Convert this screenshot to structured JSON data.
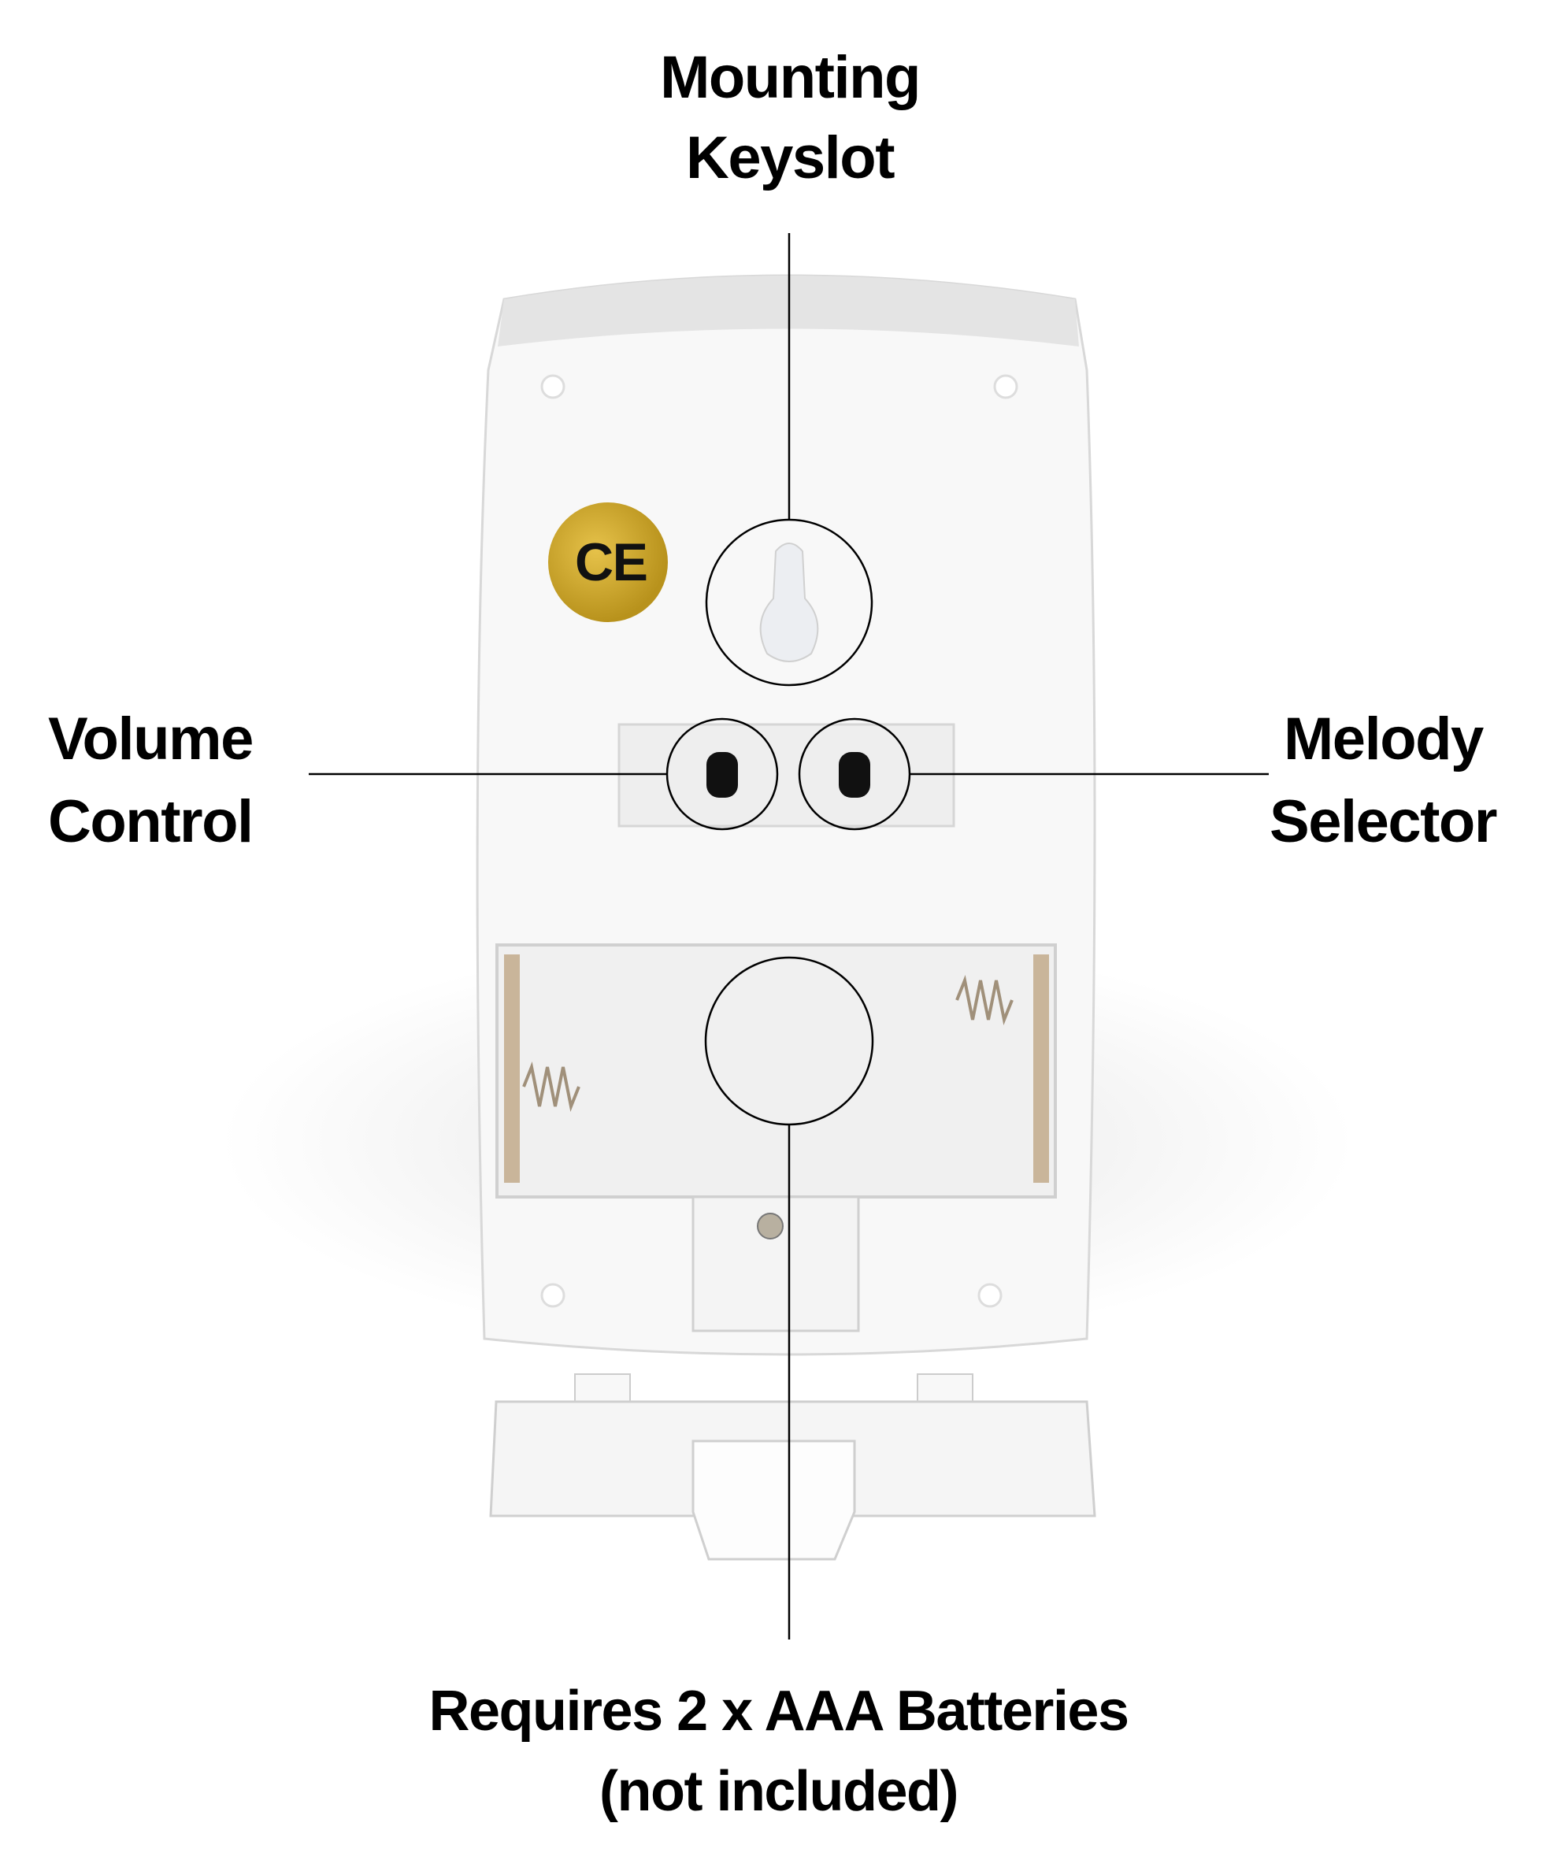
{
  "labels": {
    "mounting_line1": "Mounting",
    "mounting_line2": "Keyslot",
    "volume_line1": "Volume",
    "volume_line2": "Control",
    "melody_line1": "Melody",
    "melody_line2": "Selector",
    "batteries_line1": "Requires 2 x AAA Batteries",
    "batteries_line2": "(not included)"
  },
  "sticker": {
    "mark": "CE"
  },
  "colors": {
    "text": "#000000",
    "device": "#f7f7f7",
    "sticker": "#c9a227"
  }
}
